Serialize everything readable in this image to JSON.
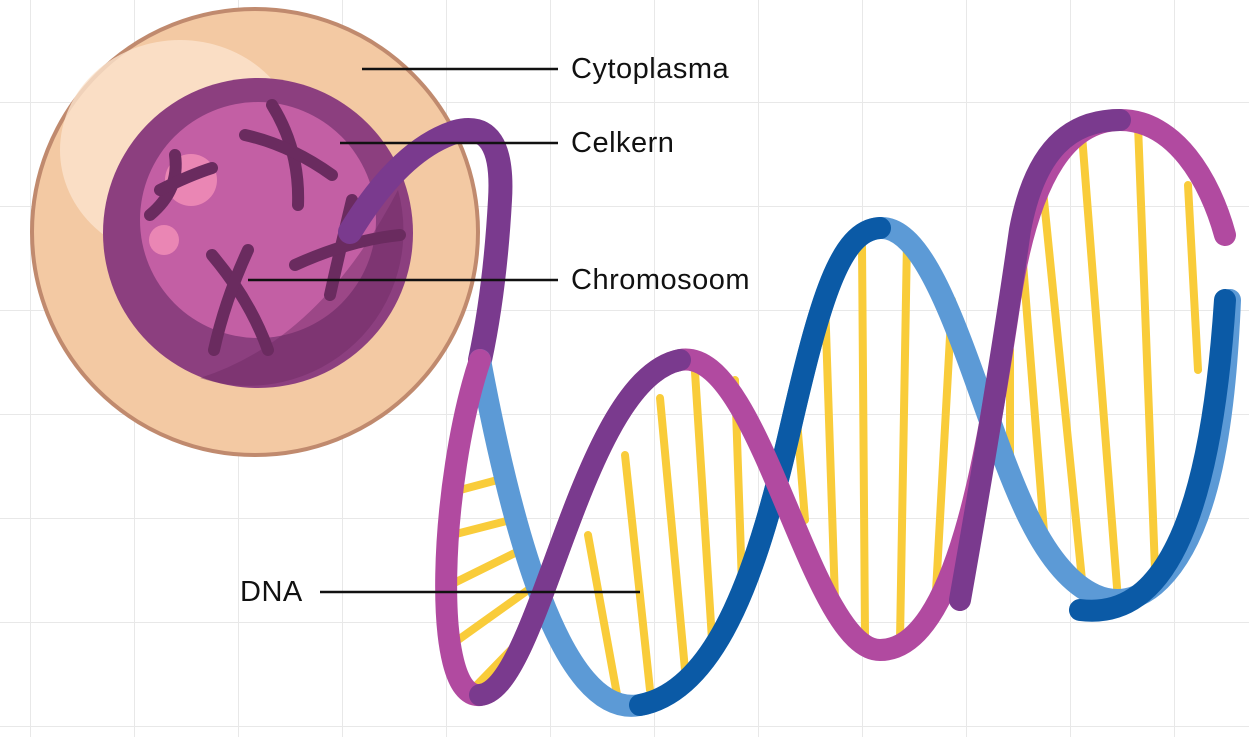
{
  "labels": {
    "cytoplasm": "Cytoplasma",
    "nucleus": "Celkern",
    "chromosome": "Chromosoom",
    "dna": "DNA"
  },
  "colors": {
    "cell_outer": "#f3c9a3",
    "cell_rim": "#c08a6e",
    "nucleus_outer": "#8c3f7f",
    "nucleus_inner": "#c35fa4",
    "chromosome": "#6a2b5f",
    "strand_purple": "#7a3a8e",
    "strand_magenta": "#b14aa0",
    "strand_darkblue": "#0b5aa6",
    "strand_lightblue": "#5c9ad6",
    "base_pair": "#f9cc3a"
  }
}
